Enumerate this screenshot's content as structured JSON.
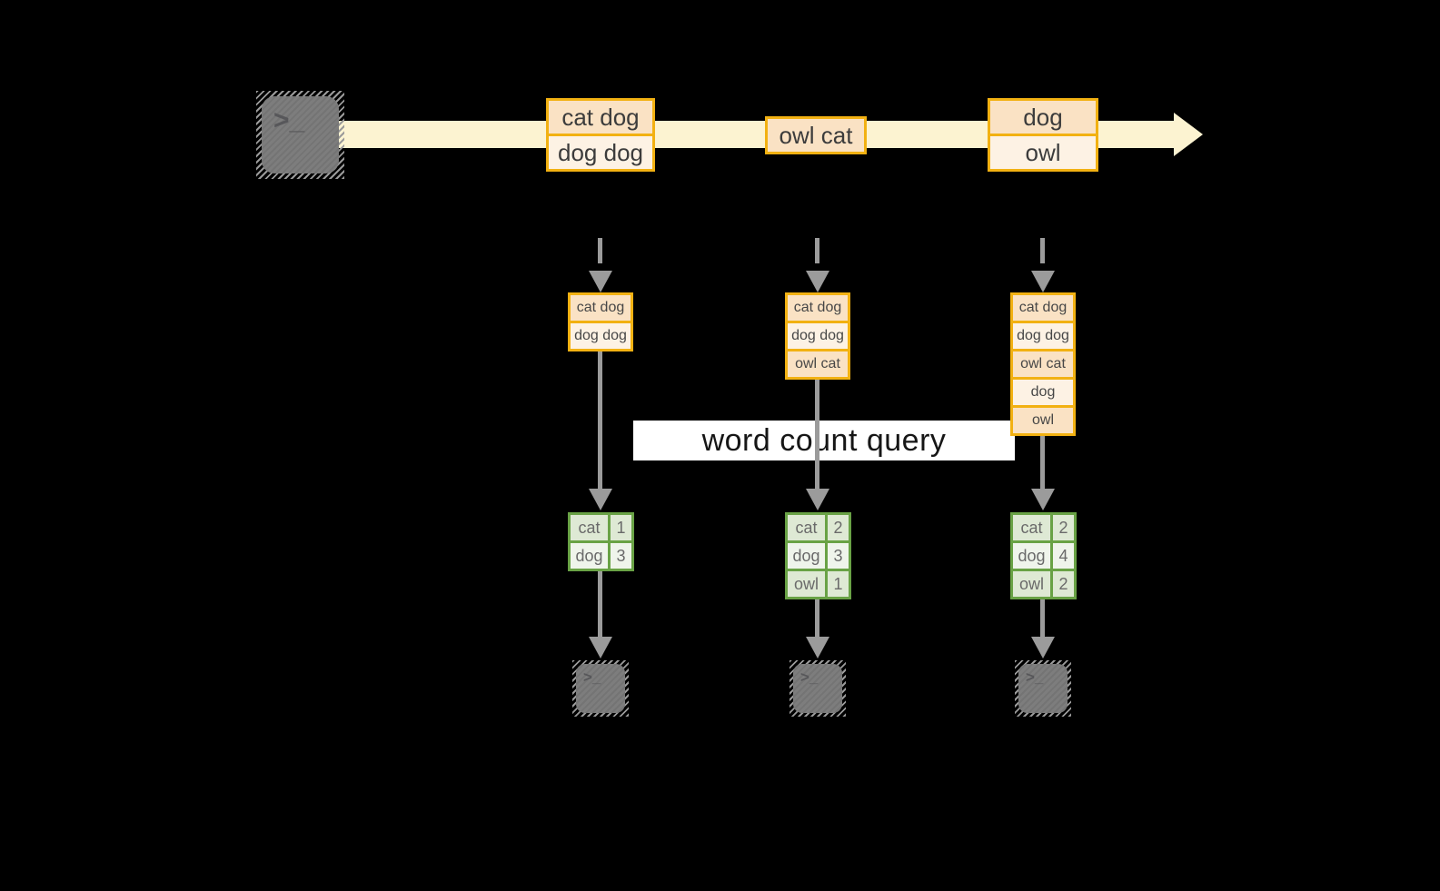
{
  "diagram": {
    "query_label": "word count query",
    "prompt_glyph": ">_",
    "stream_boxes": [
      {
        "rows": [
          "cat dog",
          "dog dog"
        ]
      },
      {
        "rows": [
          "owl cat"
        ]
      },
      {
        "rows": [
          "dog",
          "owl"
        ]
      }
    ],
    "buffers": [
      {
        "rows": [
          "cat dog",
          "dog dog"
        ]
      },
      {
        "rows": [
          "cat dog",
          "dog dog",
          "owl cat"
        ]
      },
      {
        "rows": [
          "cat dog",
          "dog dog",
          "owl cat",
          "dog",
          "owl"
        ]
      }
    ],
    "count_tables": [
      {
        "rows": [
          {
            "word": "cat",
            "count": "1"
          },
          {
            "word": "dog",
            "count": "3"
          }
        ]
      },
      {
        "rows": [
          {
            "word": "cat",
            "count": "2"
          },
          {
            "word": "dog",
            "count": "3"
          },
          {
            "word": "owl",
            "count": "1"
          }
        ]
      },
      {
        "rows": [
          {
            "word": "cat",
            "count": "2"
          },
          {
            "word": "dog",
            "count": "4"
          },
          {
            "word": "owl",
            "count": "2"
          }
        ]
      }
    ],
    "colors": {
      "background": "#000000",
      "stream": "#FCF3D1",
      "orange_border": "#F2B112",
      "peach_dark": "#FAE2C4",
      "peach_light": "#FDF2E4",
      "green_border": "#69A245",
      "green_fill_dark": "#DEE9D4",
      "green_fill_light": "#EFF4EB",
      "arrow_gray": "#9B9B9B",
      "terminal_gray": "#7D7D7D",
      "query_bar_bg": "#FFFFFF"
    }
  }
}
